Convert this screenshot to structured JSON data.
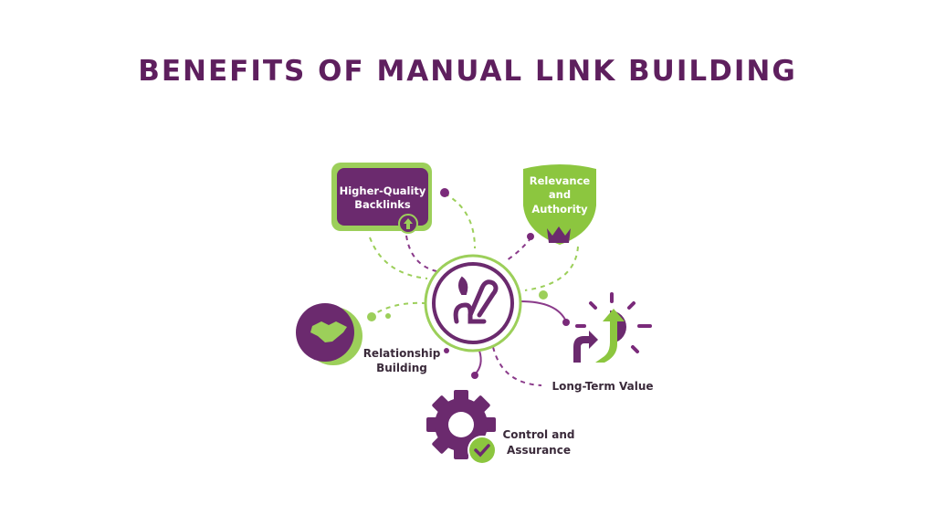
{
  "title": "BENEFITS OF MANUAL LINK BUILDING",
  "colors": {
    "purple": "#6b2a6e",
    "green": "#8cc63f",
    "title": "#5e1f5e"
  },
  "center": {
    "icon": "plant-link-icon"
  },
  "benefits": [
    {
      "line1": "Higher-Quality",
      "line2": "Backlinks",
      "icon": "arrow-up-icon"
    },
    {
      "line1": "Relevance",
      "line2": "and",
      "line3": "Authority",
      "icon": "crown-icon"
    },
    {
      "line1": "Relationship",
      "line2": "Building",
      "icon": "handshake-icon"
    },
    {
      "line1": "Long-Term Value",
      "icon": "growth-arrow-icon"
    },
    {
      "line1": "Control and",
      "line2": "Assurance",
      "icon": "gear-check-icon"
    }
  ]
}
